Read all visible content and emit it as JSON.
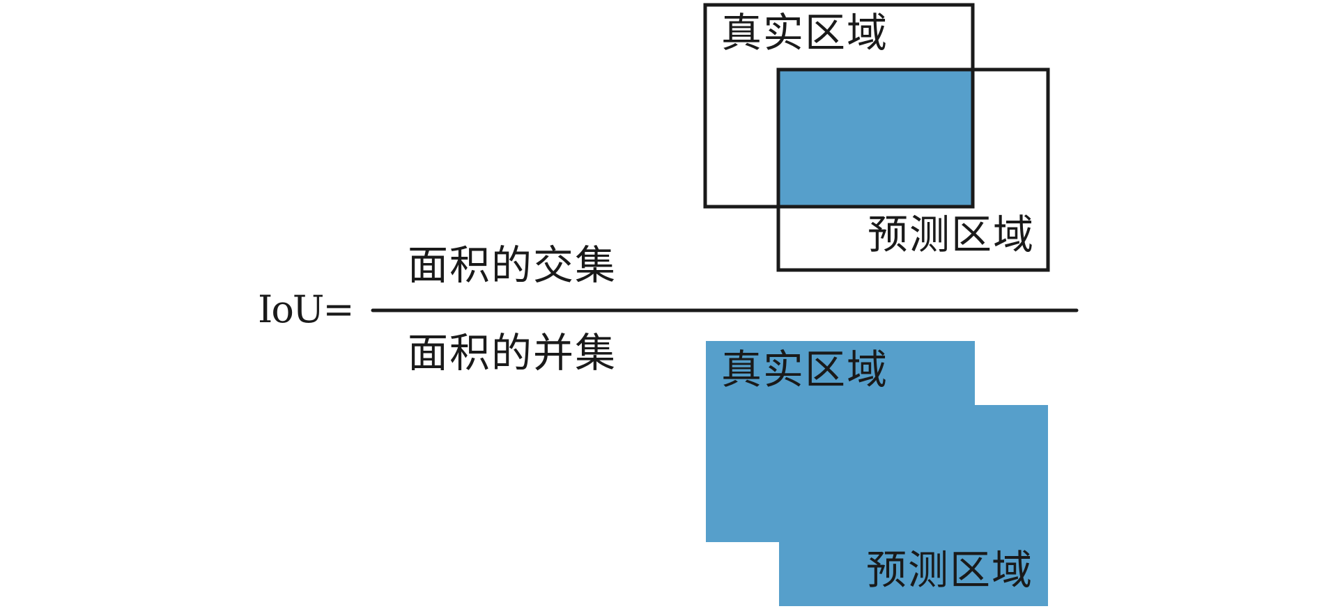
{
  "formula": {
    "lhs": "IoU=",
    "numerator": "面积的交集",
    "denominator": "面积的并集"
  },
  "intersection_panel": {
    "ground_truth_label": "真实区域",
    "prediction_label": "预测区域"
  },
  "union_panel": {
    "ground_truth_label": "真实区域",
    "prediction_label": "预测区域"
  },
  "colors": {
    "fill": "#569fcb",
    "stroke": "#1a1a1a",
    "background": "#ffffff"
  }
}
